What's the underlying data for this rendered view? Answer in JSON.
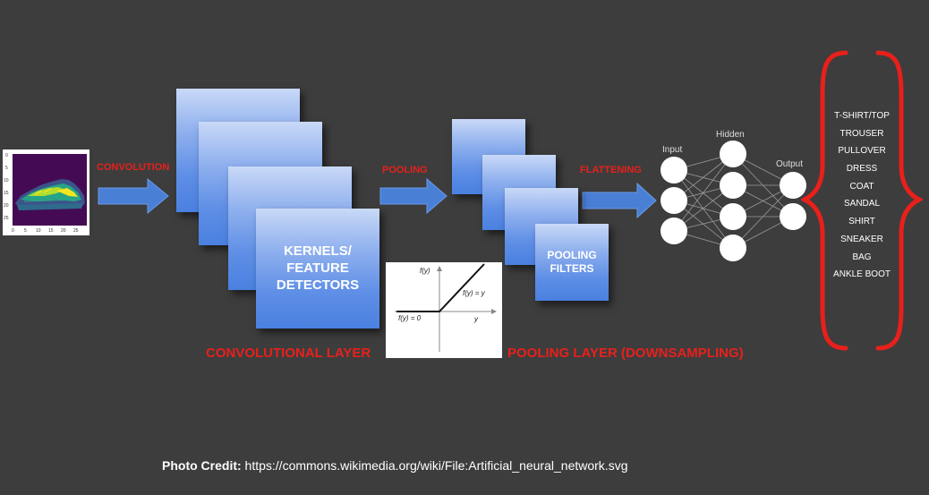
{
  "labels": {
    "convolution": "CONVOLUTION",
    "pooling": "POOLING",
    "flattening": "FLATTENING",
    "convolutional_layer": "CONVOLUTIONAL LAYER",
    "pooling_layer": "POOLING LAYER (DOWNSAMPLING)"
  },
  "blocks": {
    "kernels_line1": "KERNELS/",
    "kernels_line2": "FEATURE",
    "kernels_line3": "DETECTORS",
    "pooling_line1": "POOLING",
    "pooling_line2": "FILTERS"
  },
  "input_image": {
    "y_ticks": [
      "0",
      "5",
      "10",
      "15",
      "20",
      "25"
    ],
    "x_ticks": [
      "0",
      "5",
      "10",
      "15",
      "20",
      "25"
    ]
  },
  "relu": {
    "fy_label": "f(y)",
    "fy_eq_y": "f(y) = y",
    "fy_eq_0": "f(y) = 0",
    "y_label": "y"
  },
  "network": {
    "input_label": "Input",
    "hidden_label": "Hidden",
    "output_label": "Output"
  },
  "classes": [
    "T-SHIRT/TOP",
    "TROUSER",
    "PULLOVER",
    "DRESS",
    "COAT",
    "SANDAL",
    "SHIRT",
    "SNEAKER",
    "BAG",
    "ANKLE BOOT"
  ],
  "credit": {
    "label": "Photo Credit:",
    "url": "https://commons.wikimedia.org/wiki/File:Artificial_neural_network.svg"
  },
  "colors": {
    "background": "#3d3d3d",
    "label_red": "#e8201b",
    "arrow_blue": "#4a7fd6",
    "block_blue": "#5f8fe6"
  }
}
